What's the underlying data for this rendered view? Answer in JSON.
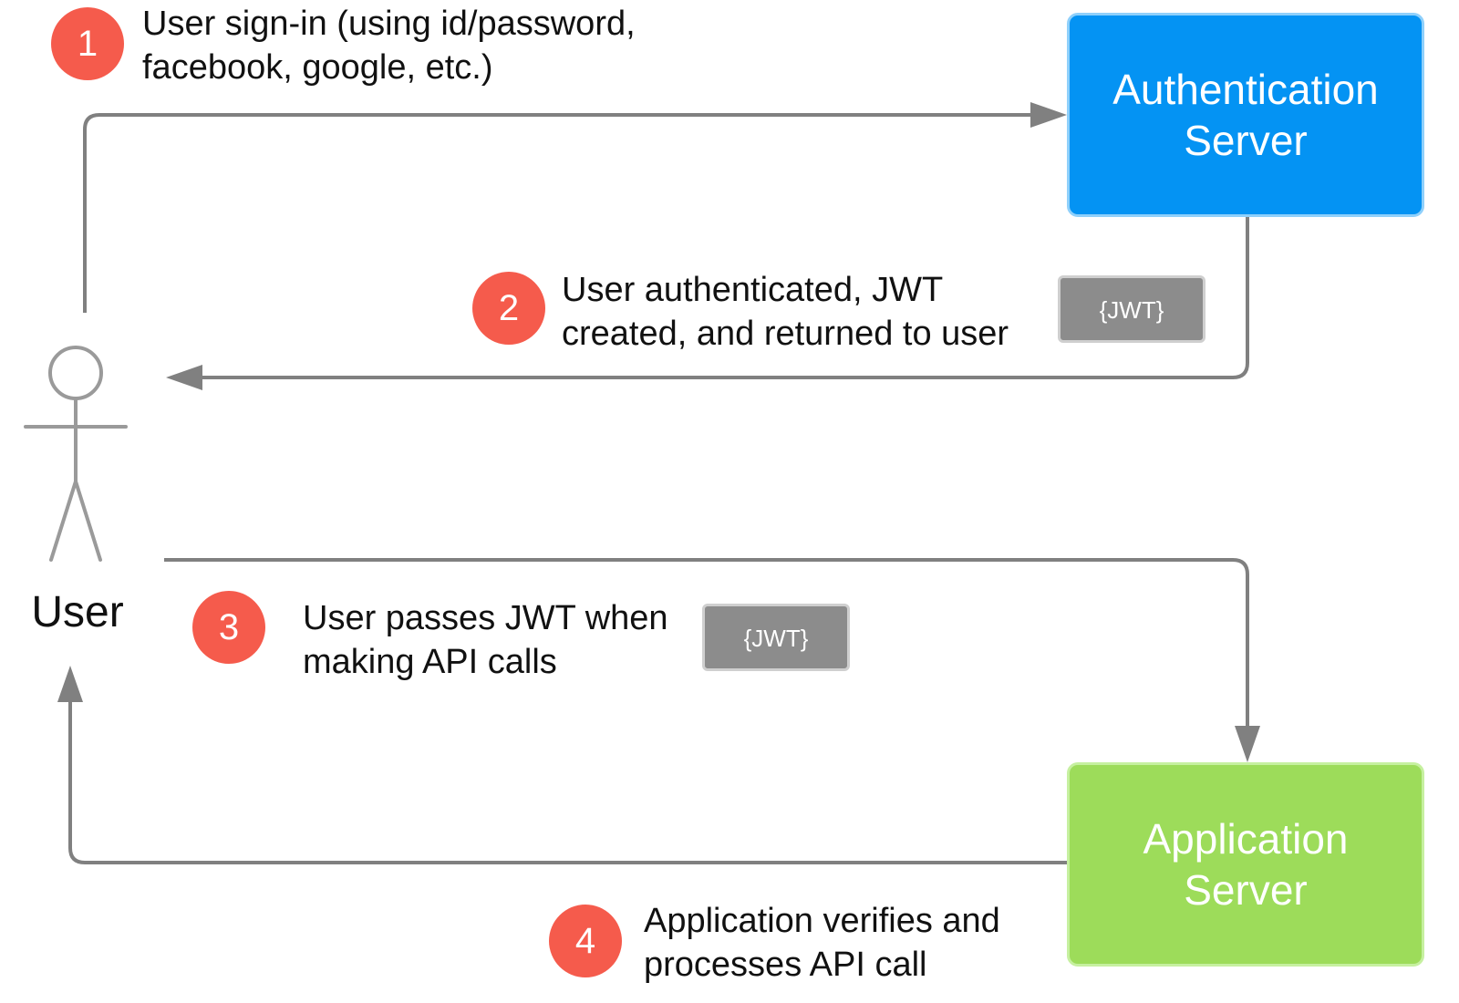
{
  "colors": {
    "step_badge": "#f55b4c",
    "auth_server": "#0493f3",
    "auth_server_border": "#8fd0fb",
    "app_server": "#9ddc5a",
    "app_server_border": "#c6f0a0",
    "jwt_badge": "#8c8c8c",
    "jwt_badge_border": "#cfcfcf",
    "connector": "#808080",
    "actor": "#9a9a9a"
  },
  "actor": {
    "label": "User",
    "icon": "stick-figure-icon"
  },
  "servers": {
    "auth": {
      "line1": "Authentication",
      "line2": "Server"
    },
    "app": {
      "line1": "Application",
      "line2": "Server"
    }
  },
  "steps": [
    {
      "number": "1",
      "line1": "User sign-in (using id/password,",
      "line2": "facebook, google, etc.)"
    },
    {
      "number": "2",
      "line1": "User authenticated, JWT",
      "line2": "created, and returned to user"
    },
    {
      "number": "3",
      "line1": "User passes JWT when",
      "line2": "making API calls"
    },
    {
      "number": "4",
      "line1": "Application verifies and",
      "line2": "processes API call"
    }
  ],
  "tokens": [
    {
      "label": "{JWT}"
    },
    {
      "label": "{JWT}"
    }
  ]
}
